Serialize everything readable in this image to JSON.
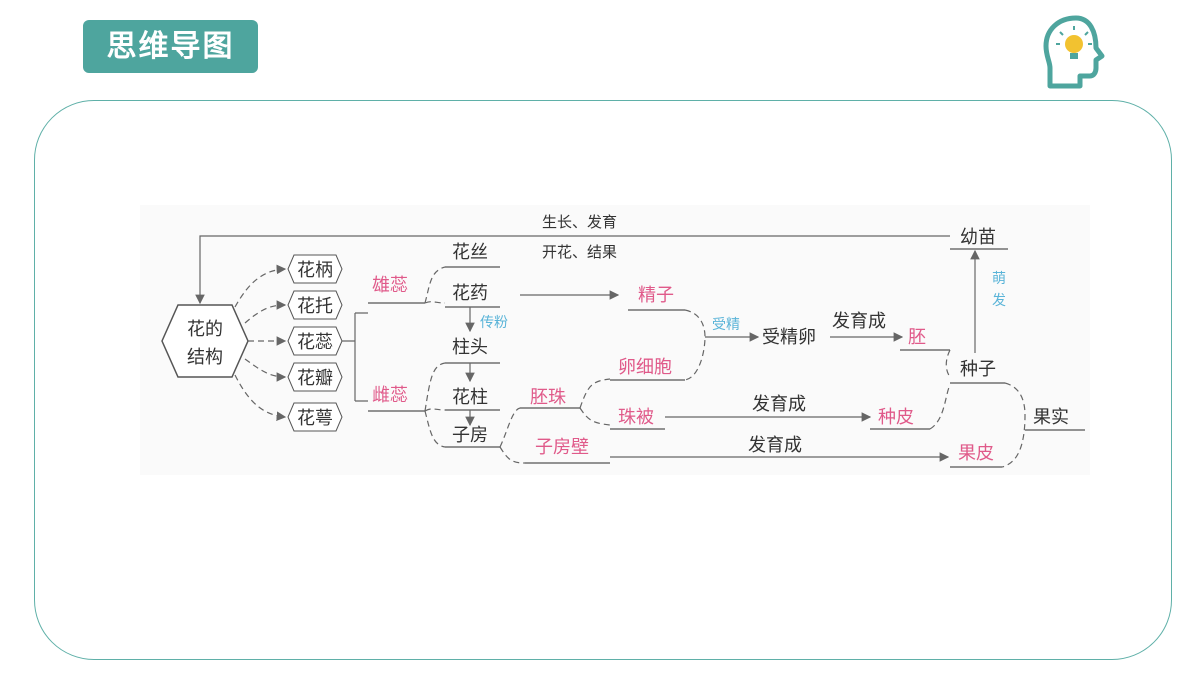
{
  "header": {
    "title": "思维导图"
  },
  "icons": {
    "head": "head-lightbulb-icon"
  },
  "colors": {
    "accent": "#4ea59e",
    "pink": "#e05a8a",
    "blue": "#5ab4d8"
  },
  "diagram": {
    "root": [
      "花的",
      "结构"
    ],
    "parts": [
      "花柄",
      "花托",
      "花蕊",
      "花瓣",
      "花萼"
    ],
    "stamen": "雄蕊",
    "pistil": "雌蕊",
    "filament": "花丝",
    "anther": "花药",
    "pollination": "传粉",
    "stigma": "柱头",
    "style": "花柱",
    "ovary": "子房",
    "sperm": "精子",
    "egg": "卵细胞",
    "fertilization": "受精",
    "zygote": "受精卵",
    "develops_into": "发育成",
    "embryo": "胚",
    "ovule": "胚珠",
    "integument": "珠被",
    "seed_coat": "种皮",
    "ovary_wall": "子房壁",
    "pericarp": "果皮",
    "seed": "种子",
    "fruit": "果实",
    "seedling": "幼苗",
    "germination": "萌发",
    "growth_note": [
      "生长、发育",
      "开花、结果"
    ]
  }
}
